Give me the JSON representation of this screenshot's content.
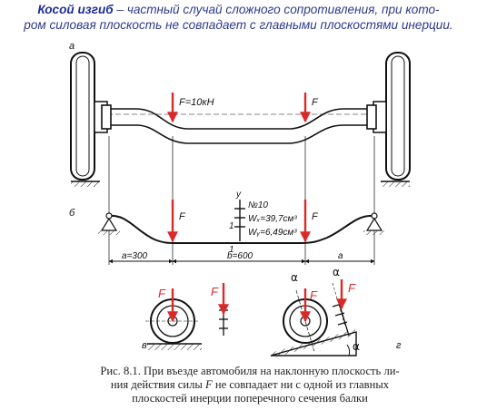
{
  "header": {
    "term": "Косой изгиб",
    "rest": " – частный случай сложного сопротивления, при кото-",
    "line2": "ром силовая плоскость не совпадает с главными плоскостями инерции."
  },
  "figure": {
    "panel_a": "а",
    "panel_b": "б",
    "panel_v": "в",
    "panel_g": "г",
    "force_main": "F=10кН",
    "force": "F",
    "profile_no": "№10",
    "wx_label": "Wₓ=39,7см³",
    "wy_label": "Wᵧ=6,49см³",
    "y_axis": "y",
    "section_mark": "1",
    "dim_a_left": "a=300",
    "dim_b": "b=600",
    "dim_a_right": "a",
    "alpha": "α",
    "colors": {
      "force_arrow": "#d92a2a",
      "header_text": "#2d3a8c"
    }
  },
  "caption": {
    "part1": "Рис. 8.1. При въезде автомобиля на наклонную плоскость ли-",
    "part2_pre": "ния действия силы ",
    "part2_var": "F",
    "part2_post": " не совпадает ни с одной из главных",
    "part3": "плоскостей инерции поперечного сечения балки"
  }
}
